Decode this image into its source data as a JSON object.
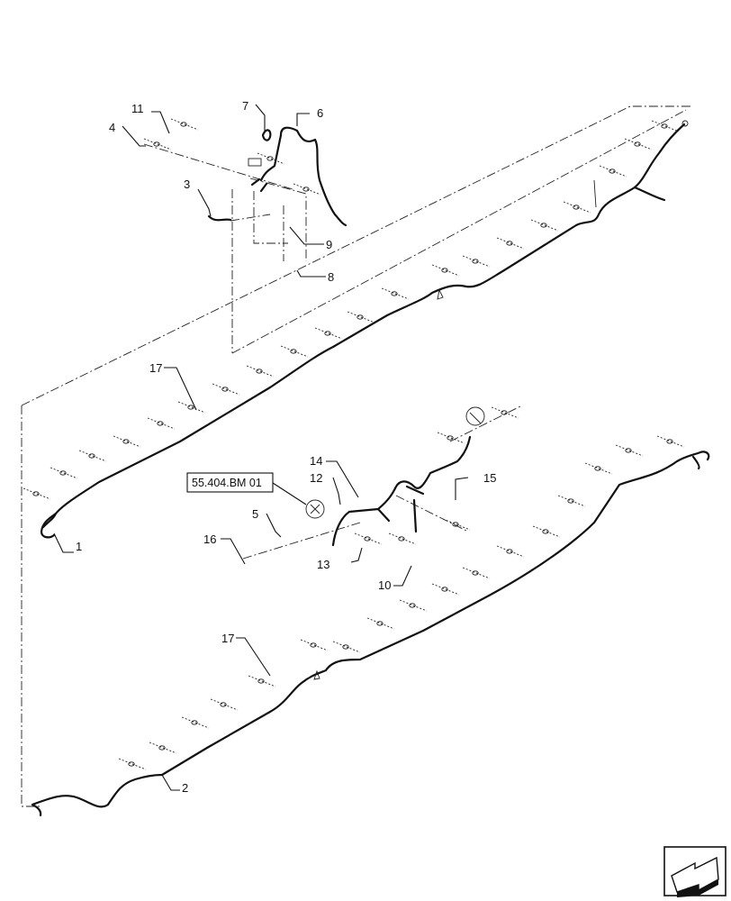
{
  "diagram": {
    "callouts": [
      {
        "id": "c1",
        "label": "1"
      },
      {
        "id": "c2",
        "label": "2"
      },
      {
        "id": "c3",
        "label": "3"
      },
      {
        "id": "c4",
        "label": "4"
      },
      {
        "id": "c5",
        "label": "5"
      },
      {
        "id": "c6",
        "label": "6"
      },
      {
        "id": "c7",
        "label": "7"
      },
      {
        "id": "c8",
        "label": "8"
      },
      {
        "id": "c9",
        "label": "9"
      },
      {
        "id": "c10",
        "label": "10"
      },
      {
        "id": "c11",
        "label": "11"
      },
      {
        "id": "c12",
        "label": "12"
      },
      {
        "id": "c13",
        "label": "13"
      },
      {
        "id": "c14",
        "label": "14"
      },
      {
        "id": "c15",
        "label": "15"
      },
      {
        "id": "c16",
        "label": "16"
      },
      {
        "id": "c17a",
        "label": "17"
      },
      {
        "id": "c17b",
        "label": "17"
      }
    ],
    "reference_box": {
      "label": "55.404.BM 01"
    },
    "nav_icon": "next-page-arrow-icon",
    "colors": {
      "line": "#111111",
      "background": "#ffffff"
    }
  }
}
